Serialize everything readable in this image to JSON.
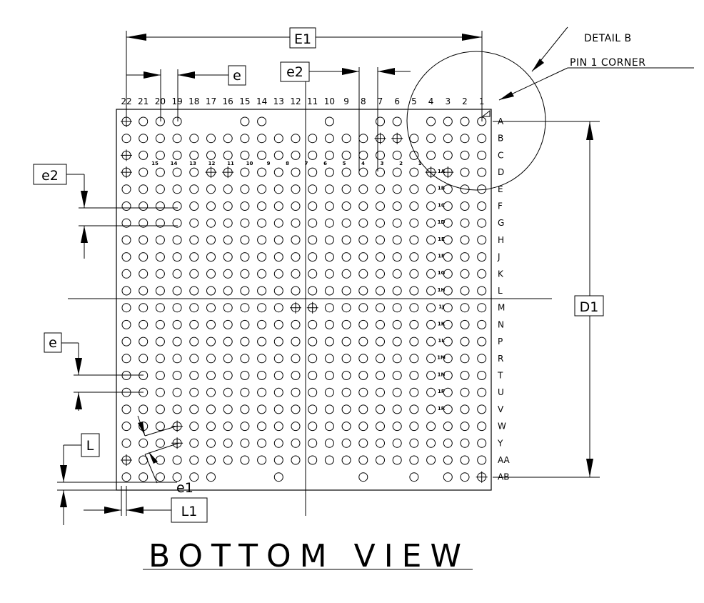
{
  "drawing": {
    "title": "BOTTOM VIEW",
    "callouts": {
      "detail": "DETAIL B",
      "pin1": "PIN 1 CORNER"
    },
    "dimensions": {
      "E1": "E1",
      "D1": "D1",
      "e_top": "e",
      "e2_top": "e2",
      "e2_left": "e2",
      "e_left": "e",
      "L": "L",
      "L1": "L1",
      "e1": "e1"
    }
  },
  "grid": {
    "columns": [
      "22",
      "21",
      "20",
      "19",
      "18",
      "17",
      "16",
      "15",
      "14",
      "13",
      "12",
      "11",
      "10",
      "9",
      "8",
      "7",
      "6",
      "5",
      "4",
      "3",
      "2",
      "1"
    ],
    "rows": [
      "A",
      "B",
      "C",
      "D",
      "E",
      "F",
      "G",
      "H",
      "J",
      "K",
      "L",
      "M",
      "N",
      "P",
      "R",
      "T",
      "U",
      "V",
      "W",
      "Y",
      "AA",
      "AB"
    ]
  },
  "inner_grid": {
    "columns": [
      "15",
      "14",
      "13",
      "12",
      "11",
      "10",
      "9",
      "8",
      "7",
      "6",
      "5",
      "4",
      "3",
      "2",
      "1"
    ],
    "rows": [
      "1A",
      "1B",
      "1C",
      "1D",
      "1E",
      "1F",
      "1G",
      "1H",
      "1J",
      "1K",
      "1L",
      "1M",
      "1N",
      "1P",
      "1R"
    ]
  }
}
